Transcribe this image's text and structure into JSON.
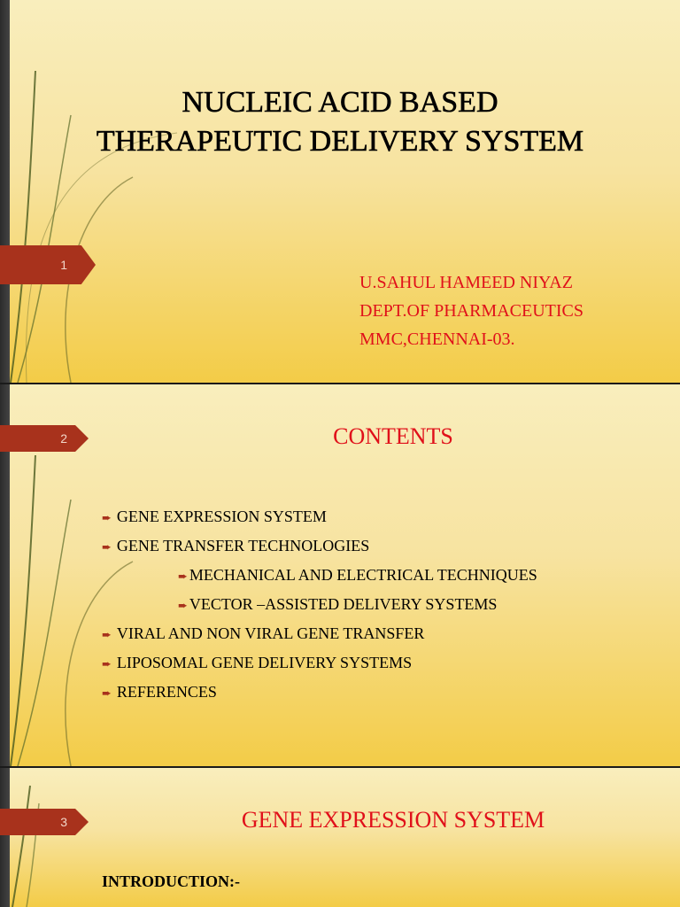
{
  "slides": [
    {
      "number": "1",
      "title_line1": "NUCLEIC ACID BASED",
      "title_line2": "THERAPEUTIC DELIVERY SYSTEM",
      "author": {
        "name": "U.SAHUL HAMEED NIYAZ",
        "department": "DEPT.OF PHARMACEUTICS",
        "institution": "MMC,CHENNAI-03."
      }
    },
    {
      "number": "2",
      "title": "CONTENTS",
      "items": [
        "GENE EXPRESSION SYSTEM",
        "GENE TRANSFER TECHNOLOGIES",
        "MECHANICAL AND ELECTRICAL TECHNIQUES",
        "VECTOR –ASSISTED DELIVERY SYSTEMS",
        "VIRAL AND NON VIRAL GENE TRANSFER",
        "LIPOSOMAL GENE DELIVERY SYSTEMS",
        "REFERENCES"
      ]
    },
    {
      "number": "3",
      "title": "GENE EXPRESSION SYSTEM",
      "intro_heading": "INTRODUCTION:-"
    }
  ],
  "colors": {
    "accent_red": "#e0101a",
    "tab_red": "#a8321c",
    "background_yellow": "#f3cc47"
  },
  "icons": {
    "bullet": "right-arrow-icon"
  }
}
